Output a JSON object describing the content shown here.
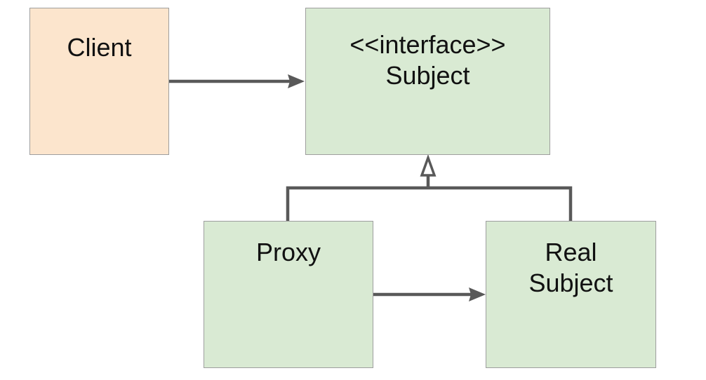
{
  "colors": {
    "client_fill": "#fce5cd",
    "class_fill": "#d9ead3",
    "border": "#9e9e9e",
    "connector": "#595959",
    "text": "#111111"
  },
  "nodes": {
    "client": {
      "label": "Client"
    },
    "subject": {
      "stereotype": "<<interface>>",
      "label": "Subject"
    },
    "proxy": {
      "label": "Proxy"
    },
    "real_subject": {
      "label_line1": "Real",
      "label_line2": "Subject"
    }
  },
  "edges": [
    {
      "from": "client",
      "to": "subject",
      "kind": "association"
    },
    {
      "from": "proxy",
      "to": "subject",
      "kind": "realization"
    },
    {
      "from": "real_subject",
      "to": "subject",
      "kind": "realization"
    },
    {
      "from": "proxy",
      "to": "real_subject",
      "kind": "association"
    }
  ]
}
